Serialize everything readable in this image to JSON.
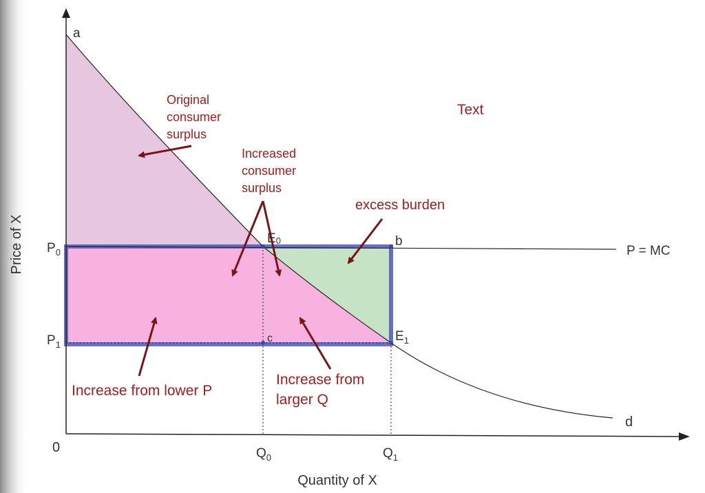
{
  "axes": {
    "x_title": "Quantity of X",
    "y_title": "Price of X",
    "origin": "0"
  },
  "points": {
    "a": "a",
    "b": "b",
    "c": "c",
    "d": "d",
    "E0": "E",
    "E0_sub": "0",
    "E1": "E",
    "E1_sub": "1",
    "P0": "P",
    "P0_sub": "0",
    "P1": "P",
    "P1_sub": "1",
    "Q0": "Q",
    "Q0_sub": "0",
    "Q1": "Q",
    "Q1_sub": "1"
  },
  "curves": {
    "mc_label": "P = MC"
  },
  "annotations": {
    "original_cs": [
      "Original",
      "consumer",
      "surplus"
    ],
    "increased_cs": [
      "Increased",
      "consumer",
      "surplus"
    ],
    "excess_burden": "excess burden",
    "lower_p": "Increase from lower P",
    "larger_q": [
      "Increase from",
      "larger Q"
    ],
    "text": "Text"
  },
  "colors": {
    "original_cs_fill": "#e7c6df",
    "increase_fill": "#f8b2e0",
    "excess_burden_fill": "#c6e3c6",
    "highlight_border": "#4a57c0",
    "annotation_red": "#a51c1c",
    "arrow": "#7a1414",
    "line": "#222222"
  }
}
